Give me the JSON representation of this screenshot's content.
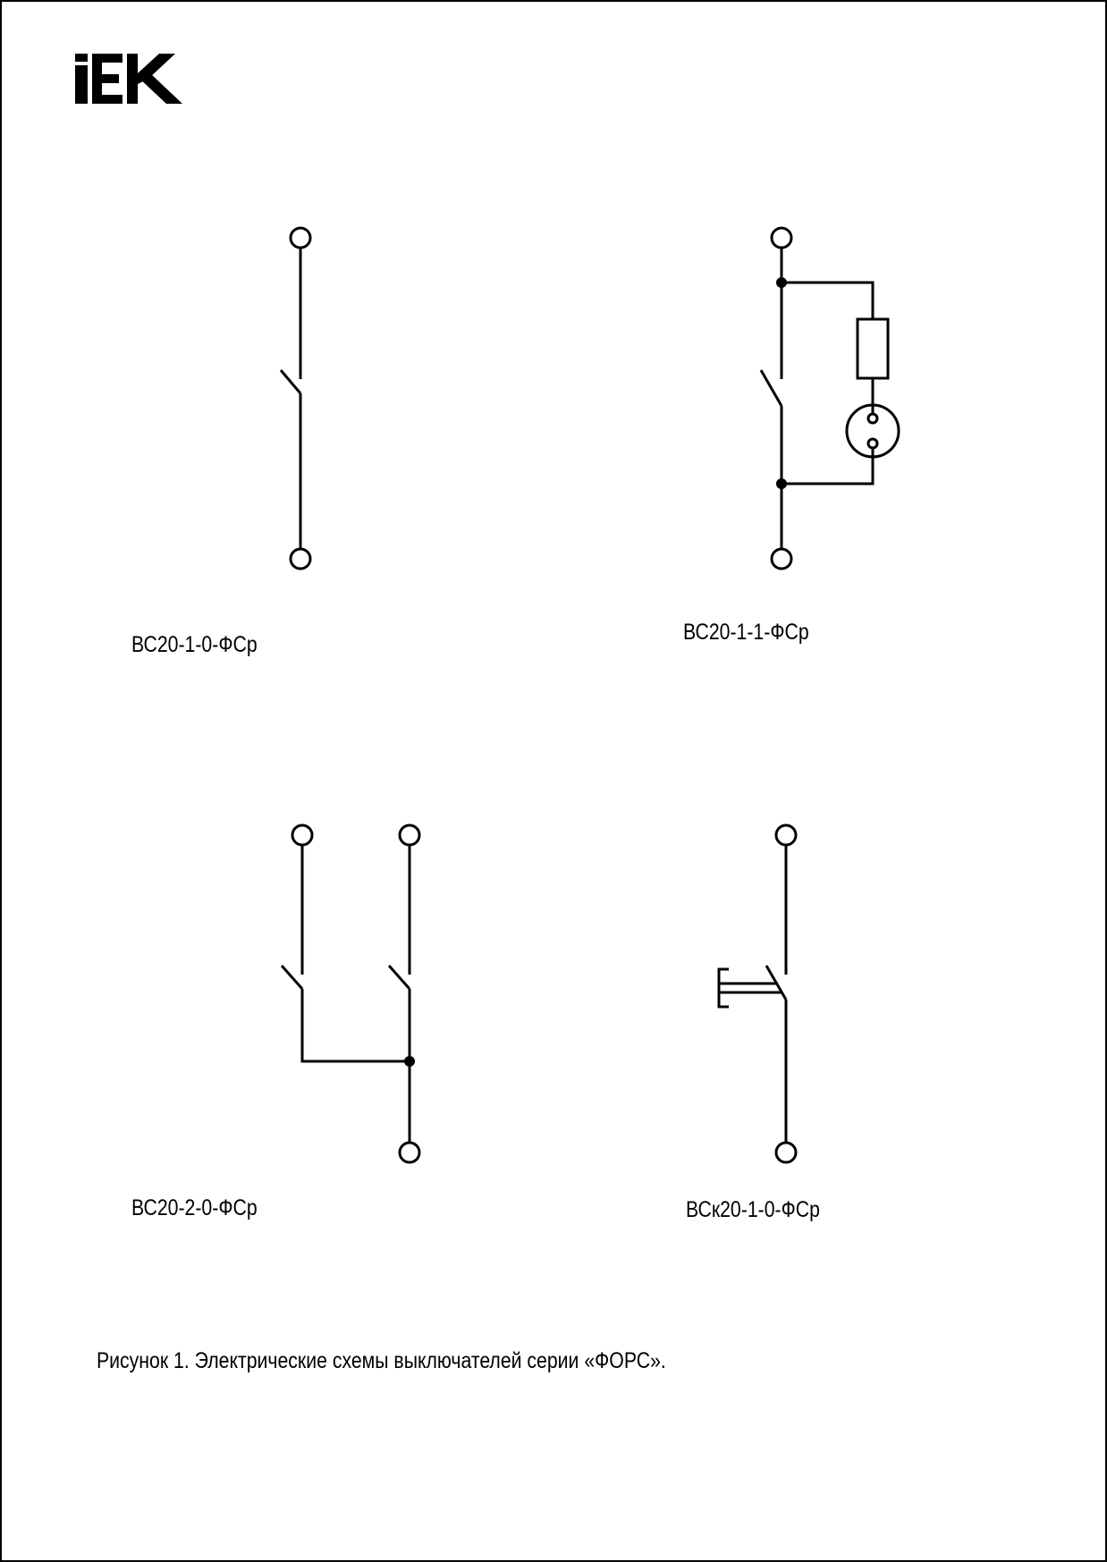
{
  "logo": {
    "icon": "iek-logo",
    "text": "iEK"
  },
  "schematics": [
    {
      "id": "vs20-1-0",
      "label": "ВС20-1-0-ФСр"
    },
    {
      "id": "vs20-1-1",
      "label": "ВС20-1-1-ФСр"
    },
    {
      "id": "vs20-2-0",
      "label": "ВС20-2-0-ФСр"
    },
    {
      "id": "vsk20-1-0",
      "label": "ВСк20-1-0-ФСр"
    }
  ],
  "caption": "Рисунок 1. Электрические схемы выключателей серии «ФОРС».",
  "colors": {
    "line": "#000000",
    "background": "#ffffff"
  }
}
